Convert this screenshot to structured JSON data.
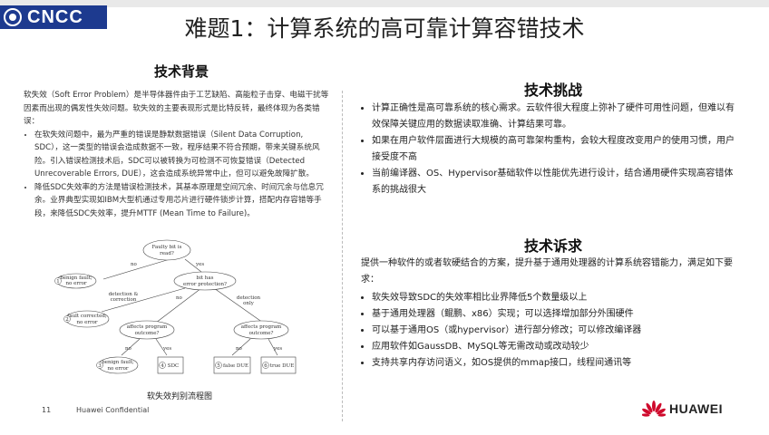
{
  "header": {
    "logo_text": "CNCC",
    "title": "难题1：计算系统的高可靠计算容错技术"
  },
  "left": {
    "heading": "技术背景",
    "intro": "软失效（Soft Error Problem）是半导体器件由于工艺缺陷、高能粒子击穿、电磁干扰等因素而出现的偶发性失效问题。软失效的主要表现形式是比特反转，最终体现为各类错误：",
    "bullets": [
      "在软失效问题中，最为严重的错误是静默数据错误（Silent Data Corruption, SDC），这一类型的错误会造成数据不一致，程序结果不符合预期，带来关键系统风险。引入错误检测技术后，SDC可以被转换为可检测不可恢复错误（Detected Unrecoverable Errors, DUE），这会造成系统异常中止，但可以避免故障扩散。",
      "降低SDC失效率的方法是错误检测技术，其基本原理是空间冗余、时间冗余与信息冗余。业界典型实现如IBM大型机通过专用芯片进行硬件锁步计算，搭配内存容错等手段，来降低SDC失效率，提升MTTF (Mean Time to Failure)。"
    ],
    "diagram": {
      "node_faulty": [
        "Faulty bit is",
        "read?"
      ],
      "node_benign1": [
        "benign fault;",
        "no error"
      ],
      "node_protection": [
        "bit has",
        "error protection?"
      ],
      "node_corrected": [
        "fault corrected;",
        "no error"
      ],
      "node_affects1": [
        "affects program",
        "outcome?"
      ],
      "node_affects2": [
        "affects program",
        "outcome?"
      ],
      "node_benign2": [
        "benign fault;",
        "no error"
      ],
      "node_sdc": "SDC",
      "node_false_due": "false DUE",
      "node_true_due": "true DUE",
      "label_detection_correction": [
        "detection &",
        "correction"
      ],
      "label_detection_only": [
        "detection",
        "only"
      ],
      "edge_no": "no",
      "edge_yes": "yes",
      "num_1": "1",
      "num_2": "2",
      "num_3": "3",
      "num_4": "4",
      "num_5": "5",
      "num_6": "6"
    },
    "caption": "软失效判别流程图"
  },
  "challenges": {
    "heading": "技术挑战",
    "bullets": [
      "计算正确性是高可靠系统的核心需求。云软件很大程度上弥补了硬件可用性问题，但难以有效保障关键应用的数据读取准确、计算结果可靠。",
      "如果在用户软件层面进行大规模的高可靠架构重构，会较大程度改变用户的使用习惯，用户接受度不高",
      "当前编译器、OS、Hypervisor基础软件以性能优先进行设计，结合通用硬件实现高容错体系的挑战很大"
    ]
  },
  "demands": {
    "heading": "技术诉求",
    "intro": "提供一种软件的或者软硬结合的方案，提升基于通用处理器的计算系统容错能力，满足如下要求：",
    "bullets": [
      "软失效导致SDC的失效率相比业界降低5个数量级以上",
      "基于通用处理器（鲲鹏、x86）实现；可以选择增加部分外围硬件",
      "可以基于通用OS（或hypervisor）进行部分修改；可以修改编译器",
      "应用软件如GaussDB、MySQL等无需改动或改动较少",
      "支持共享内存访问语义，如OS提供的mmap接口，线程间通讯等"
    ]
  },
  "footer": {
    "page_number": "11",
    "confidential": "Huawei Confidential",
    "brand": "HUAWEI"
  },
  "colors": {
    "logo_bg": "#1d3a8f",
    "huawei_red": "#cf0a2c"
  }
}
